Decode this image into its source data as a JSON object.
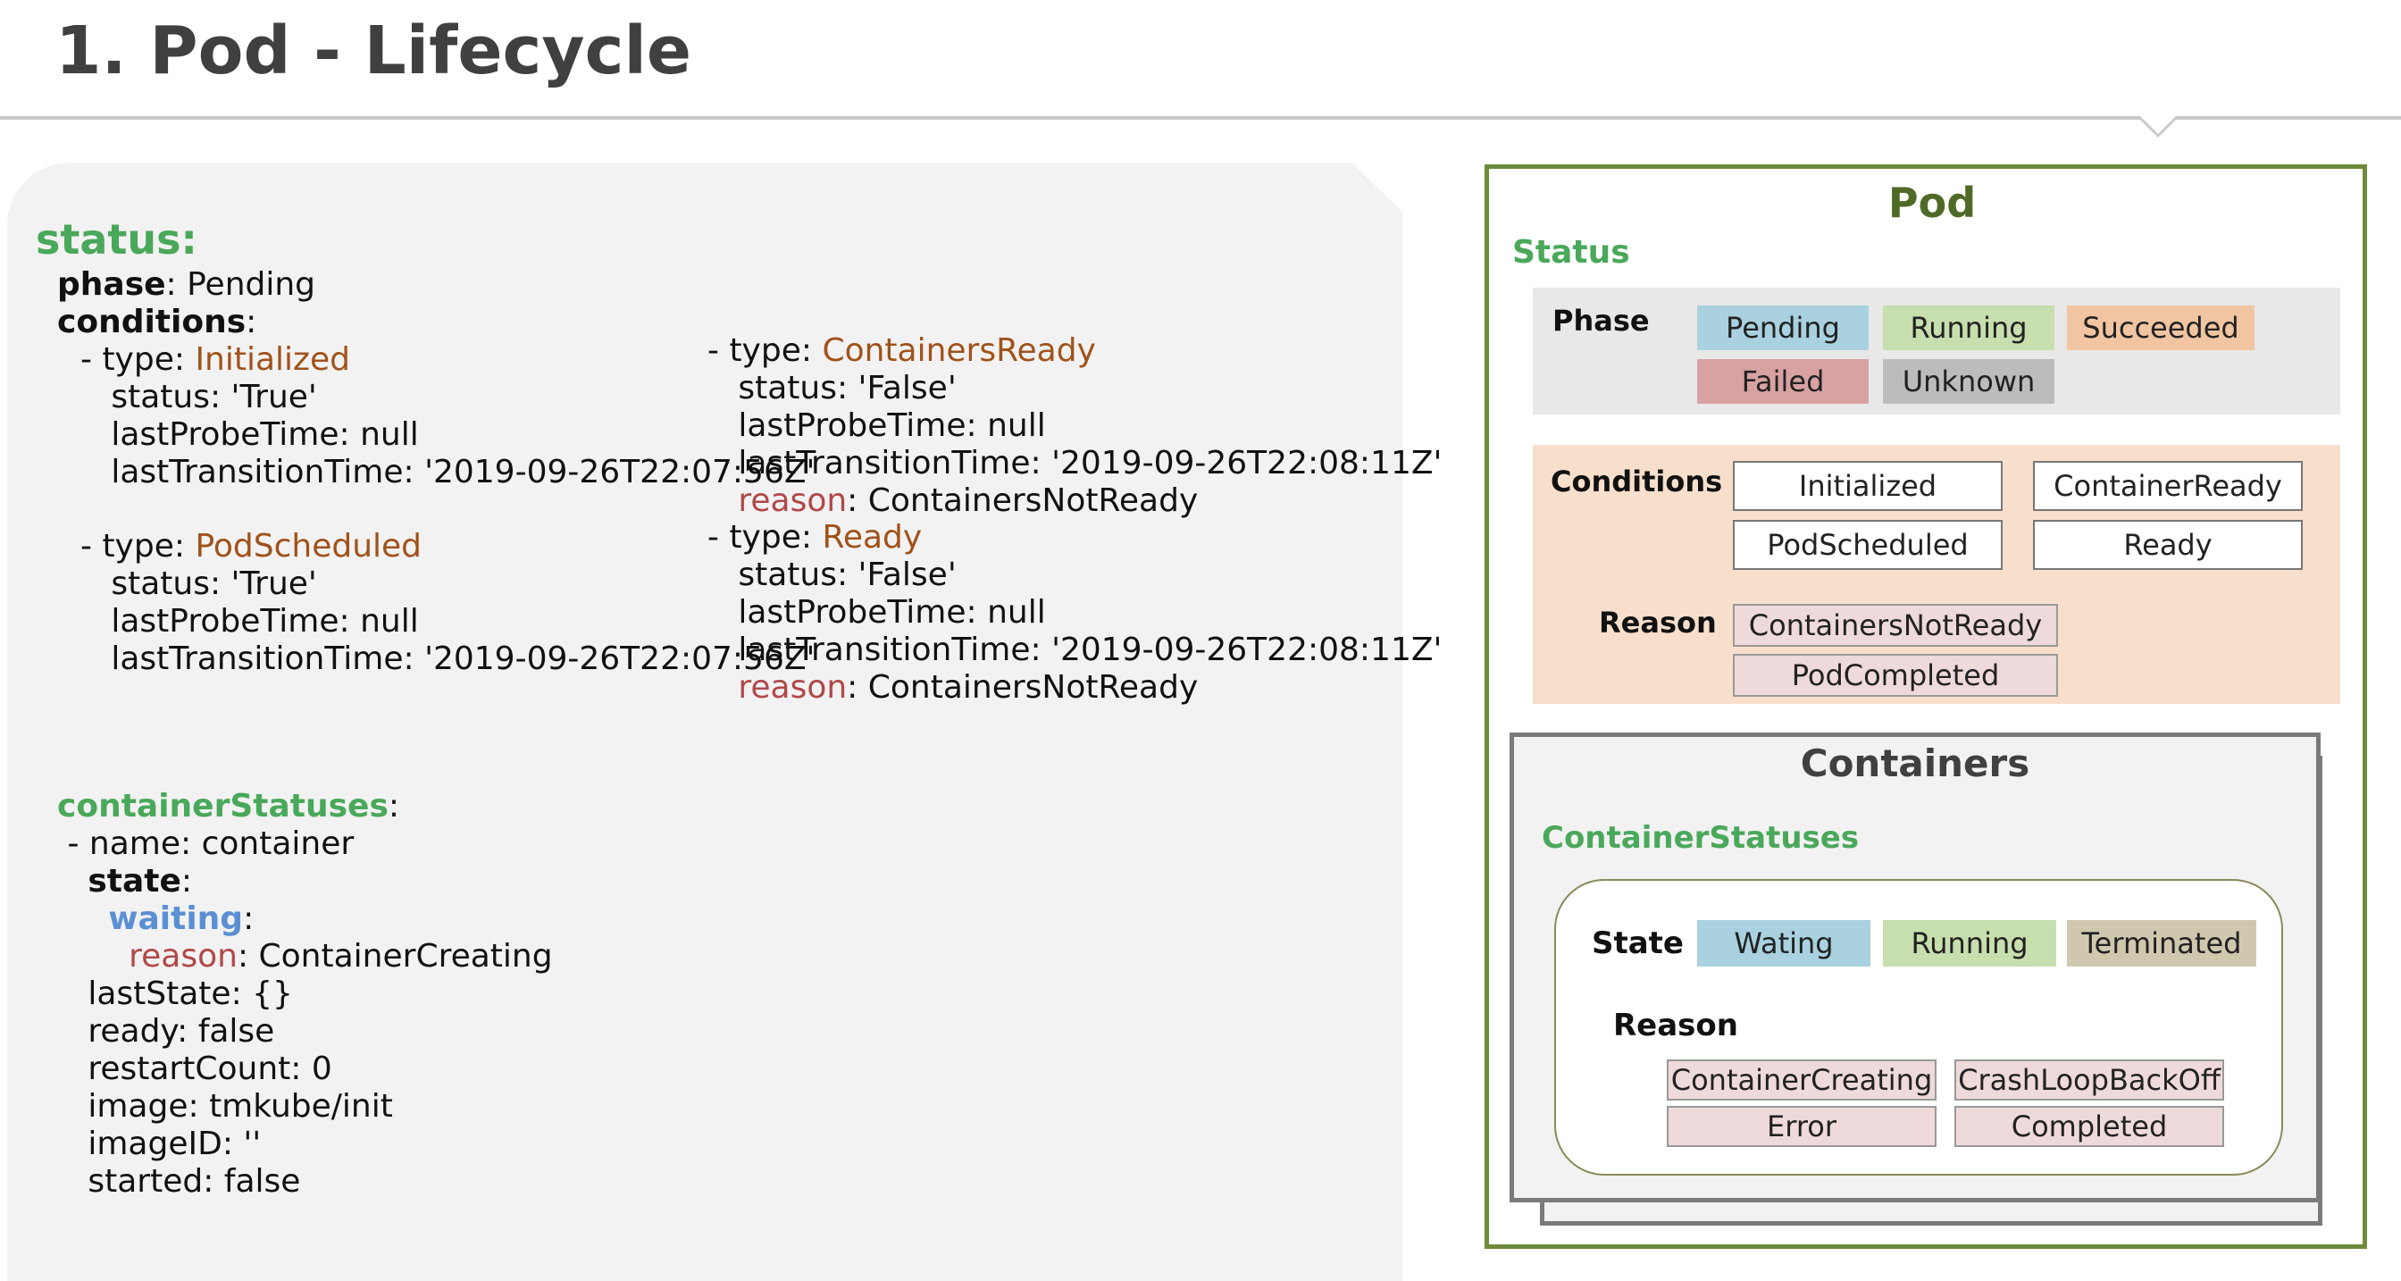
{
  "title": "1. Pod - Lifecycle",
  "yaml": {
    "status_key": "status",
    "phase_key": "phase",
    "phase_value": "Pending",
    "conditions_key": "conditions",
    "type_key": "type",
    "status_field": "status",
    "last_probe_field": "lastProbeTime",
    "last_transition_field": "lastTransitionTime",
    "reason_field": "reason",
    "null_value": "null",
    "left_conditions": [
      {
        "type": "Initialized",
        "status": "'True'",
        "last_transition": "'2019-09-26T22:07:56Z'"
      },
      {
        "type": "PodScheduled",
        "status": "'True'",
        "last_transition": "'2019-09-26T22:07:56Z'"
      }
    ],
    "right_conditions": [
      {
        "type": "ContainersReady",
        "status": "'False'",
        "last_transition": "'2019-09-26T22:08:11Z'",
        "reason": "ContainersNotReady"
      },
      {
        "type": "Ready",
        "status": "'False'",
        "last_transition": "'2019-09-26T22:08:11Z'",
        "reason": "ContainersNotReady"
      }
    ],
    "container_statuses_key": "containerStatuses",
    "name_field": "name",
    "name_value": "container",
    "state_key": "state",
    "waiting_key": "waiting",
    "waiting_reason": "ContainerCreating",
    "last_state_field": "lastState",
    "last_state_value": "{}",
    "ready_field": "ready",
    "ready_value": "false",
    "restart_count_field": "restartCount",
    "restart_count_value": "0",
    "image_field": "image",
    "image_value": "tmkube/init",
    "image_id_field": "imageID",
    "image_id_value": "''",
    "started_field": "started",
    "started_value": "false"
  },
  "diagram": {
    "pod_title": "Pod",
    "status_label": "Status",
    "phase_label": "Phase",
    "phases": [
      "Pending",
      "Running",
      "Succeeded",
      "Failed",
      "Unknown"
    ],
    "conditions_label": "Conditions",
    "conditions": [
      "Initialized",
      "ContainerReady",
      "PodScheduled",
      "Ready"
    ],
    "reason_label": "Reason",
    "reasons": [
      "ContainersNotReady",
      "PodCompleted"
    ],
    "containers_title": "Containers",
    "container_statuses_label": "ContainerStatuses",
    "state_label": "State",
    "states": [
      "Wating",
      "Running",
      "Terminated"
    ],
    "container_reason_label": "Reason",
    "container_reasons": [
      "ContainerCreating",
      "CrashLoopBackOff",
      "Error",
      "Completed"
    ]
  },
  "colors": {
    "accent_green": "#4aa85a",
    "frame_green": "#6d8b3a",
    "yaml_brown": "#a0521a",
    "yaml_red": "#b04848",
    "yaml_blue": "#5b8fd4"
  }
}
